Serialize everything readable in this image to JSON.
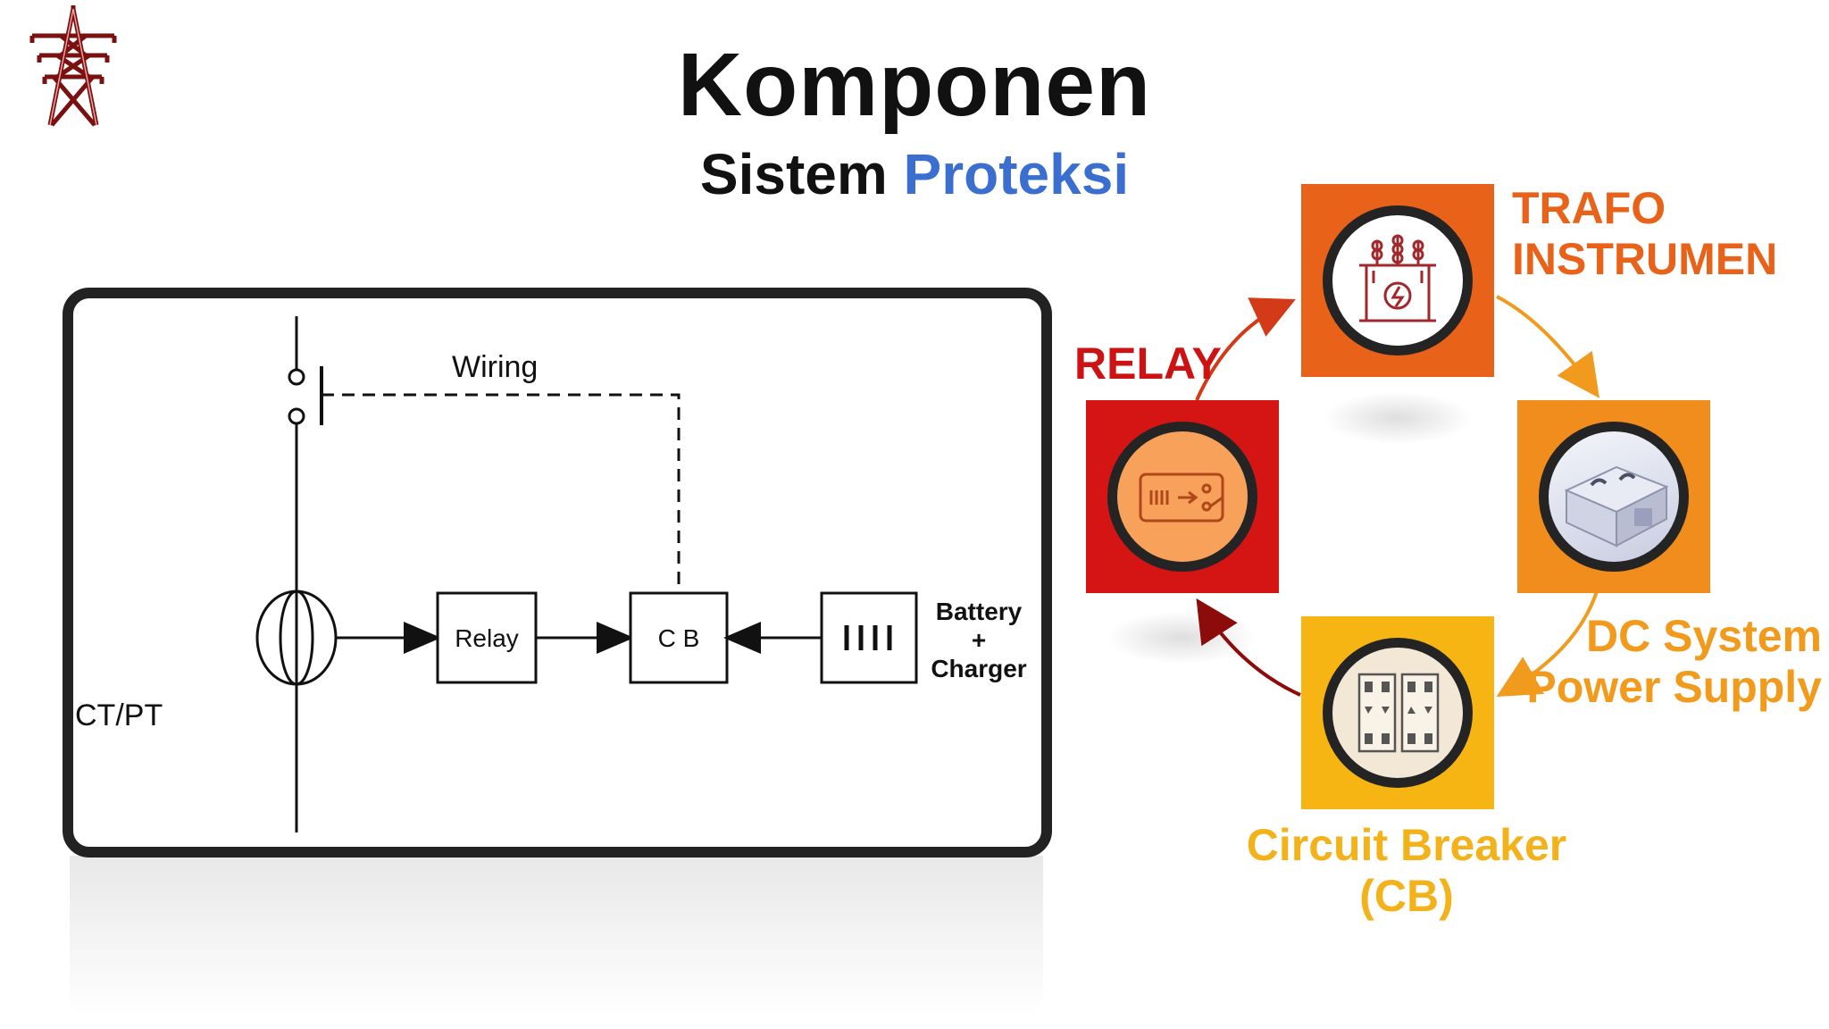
{
  "header": {
    "title": "Komponen",
    "subtitle_prefix": "Sistem",
    "subtitle_accent": "Proteksi"
  },
  "diagram": {
    "wiring_label": "Wiring",
    "relay_box": "Relay",
    "cb_box": "C B",
    "battery_label_line1": "Battery",
    "battery_label_line2": "+",
    "battery_label_line3": "Charger",
    "ctpt_label": "CT/PT"
  },
  "cycle": {
    "trafo_line1": "TRAFO",
    "trafo_line2": "INSTRUMEN",
    "relay": "RELAY",
    "dc_line1": "DC System",
    "dc_line2": "Power Supply",
    "cb_line1": "Circuit Breaker",
    "cb_line2": "(CB)"
  },
  "colors": {
    "trafo": "#e8621a",
    "relay": "#d51414",
    "dc": "#f18d1c",
    "cb": "#f6b512",
    "accent_blue": "#3a6fd0"
  }
}
